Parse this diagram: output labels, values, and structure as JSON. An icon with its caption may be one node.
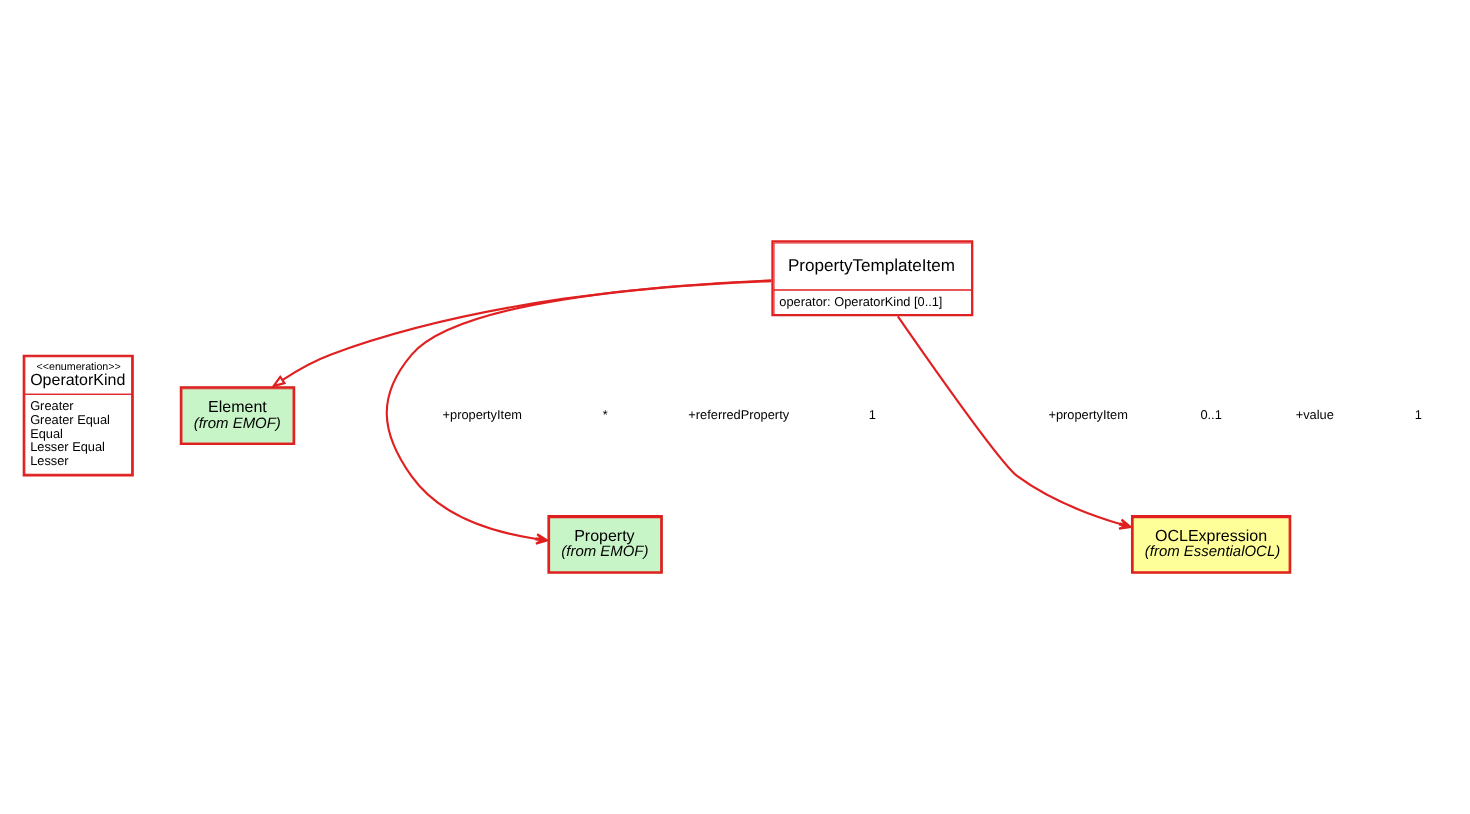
{
  "diagram": {
    "nodes": [
      {
        "text": [
          "<<enumeration>>",
          "OperatorKind",
          "Greater",
          "Greater Equal",
          "Equal",
          "Lesser Equal",
          "Lesser"
        ]
      },
      {
        "text": [
          "Element",
          "(from EMOF)"
        ]
      },
      {
        "text": [
          "PropertyTemplateItem",
          "operator: OperatorKind [0..1]"
        ]
      },
      {
        "text": [
          "Property",
          "(from EMOF)"
        ]
      },
      {
        "text": [
          "OCLExpression",
          "(from EssentialOCL)"
        ]
      }
    ],
    "edges": [
      {
        "from": 2,
        "to": 1,
        "arrow": "to"
      },
      {
        "from": 2,
        "to": 3,
        "arrow": "to"
      },
      {
        "from": 2,
        "to": 4,
        "arrow": "to"
      }
    ],
    "labels": [
      "+propertyItem",
      "*",
      "+referredProperty",
      "1",
      "+propertyItem",
      "0..1",
      "+value",
      "1"
    ]
  }
}
